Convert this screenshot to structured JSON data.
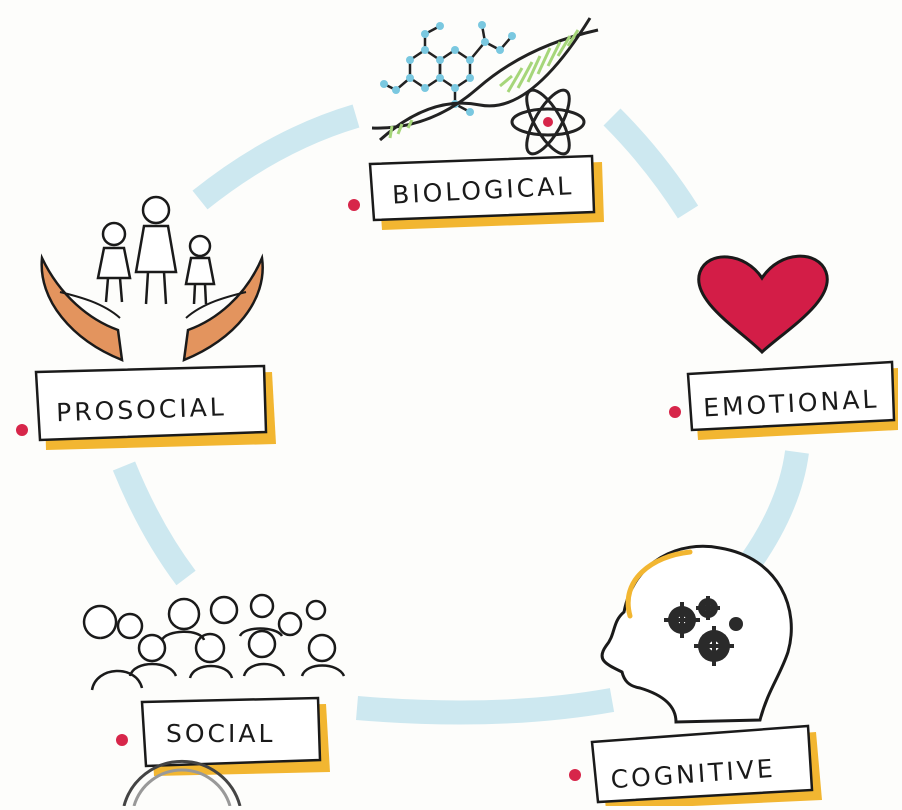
{
  "diagram": {
    "nodes": [
      {
        "id": "biological",
        "label": "BIOLOGICAL",
        "icon": "dna-molecule-atom-icon"
      },
      {
        "id": "emotional",
        "label": "EMOTIONAL",
        "icon": "heart-icon"
      },
      {
        "id": "cognitive",
        "label": "COGNITIVE",
        "icon": "head-gears-icon"
      },
      {
        "id": "social",
        "label": "SOCIAL",
        "icon": "crowd-icon"
      },
      {
        "id": "prosocial",
        "label": "PROSOCIAL",
        "icon": "hands-family-icon"
      }
    ],
    "colors": {
      "arc": "#cde8f0",
      "banner_shadow": "#f2b631",
      "bullet": "#d7264a",
      "heart": "#d31d47",
      "skin": "#e3945e",
      "dna_green": "#a6d67a",
      "molecule_blue": "#7ac8e0"
    }
  }
}
